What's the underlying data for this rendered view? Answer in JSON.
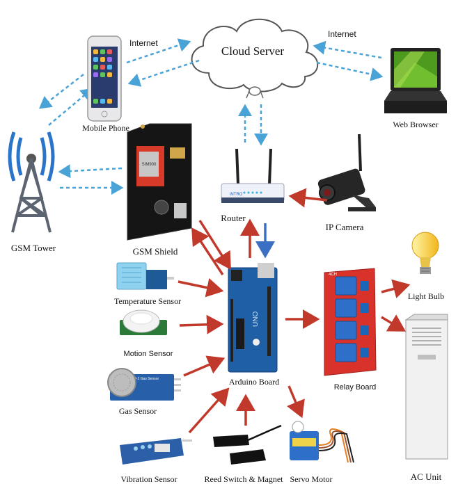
{
  "diagram": {
    "labels": {
      "cloud": "Cloud Server",
      "internet_left": "Internet",
      "internet_right": "Internet",
      "mobile": "Mobile Phone",
      "web": "Web Browser",
      "gsm_tower": "GSM Tower",
      "gsm_shield": "GSM Shield",
      "router": "Router",
      "ip_camera": "IP Camera",
      "temp": "Temperature Sensor",
      "motion": "Motion Sensor",
      "gas": "Gas Sensor",
      "vibration": "Vibration Sensor",
      "arduino": "Arduino Board",
      "reed": "Reed Switch & Magnet",
      "servo": "Servo Motor",
      "relay": "Relay Board",
      "bulb": "Light Bulb",
      "ac": "AC Unit"
    },
    "board_text": {
      "arduino_uno": "UNO",
      "relay_ch": "4CH",
      "router_brand": "iNTRO",
      "shield_chip": "SIM900",
      "gas_module": "MQ-2 Gas Sensor"
    },
    "colors": {
      "wireless_arrow": "#4aa3d6",
      "wired_arrow": "#c0392b",
      "router_uplink": "#3a6fc4",
      "arduino_blue": "#1f5fa6",
      "relay_red": "#d9322a",
      "ac_white": "#f1f1f1",
      "tower_blue": "#2a74c9"
    }
  }
}
